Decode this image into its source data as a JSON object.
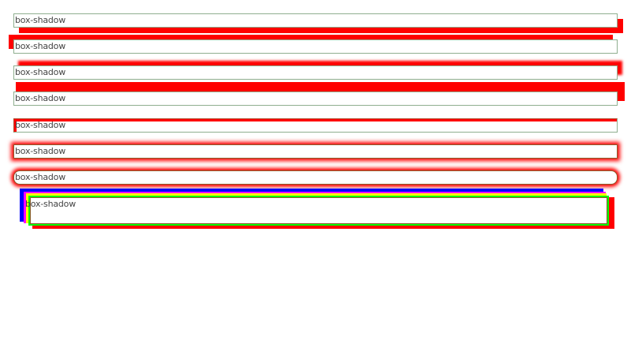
{
  "boxes": [
    {
      "label": "box-shadow",
      "shadow": "7px 7px 0 red"
    },
    {
      "label": "box-shadow",
      "shadow": "-6px -6px 0 red"
    },
    {
      "label": "box-shadow",
      "shadow": "6px -6px 3px red"
    },
    {
      "label": "box-shadow",
      "shadow": "6px -9px 0 3px red"
    },
    {
      "label": "box-shadow",
      "shadow": "inset 3px 3px 0 red"
    },
    {
      "label": "box-shadow",
      "shadow": "0 0 5px 3px red"
    },
    {
      "label": "box-shadow",
      "shadow": "0 0 5px 3px red, rounded"
    },
    {
      "label": "box-shadow",
      "shadow": "multiple: blue, magenta, yellow, green, red"
    }
  ],
  "colors": {
    "shadow_red": "#ff0000",
    "shadow_blue": "#0000ff",
    "shadow_magenta": "#ff00ff",
    "shadow_yellow": "#ffff00",
    "shadow_green": "#00ff00",
    "border": "#8fae8f",
    "text": "#444444"
  }
}
